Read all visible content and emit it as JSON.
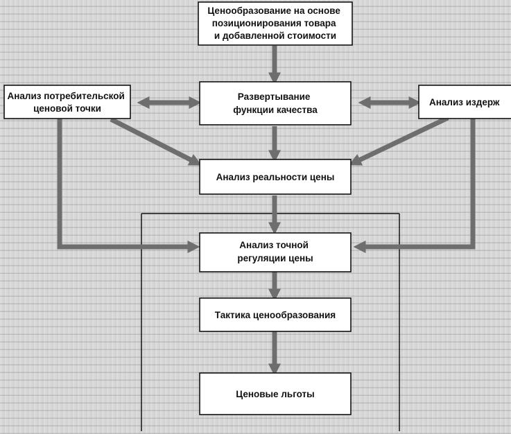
{
  "boxes": {
    "pricing_positioning": {
      "lines": [
        "Ценообразование на основе",
        "позиционирования товара",
        "и добавленной стоимости"
      ]
    },
    "consumer_price_point": {
      "lines": [
        "Анализ потребительской",
        "ценовой точки"
      ]
    },
    "quality_deployment": {
      "lines": [
        "Развертывание",
        "функции качества"
      ]
    },
    "cost_analysis": {
      "lines": [
        "Анализ издерж"
      ]
    },
    "price_reality": {
      "lines": [
        "Анализ реальности цены"
      ]
    },
    "fine_regulation": {
      "lines": [
        "Анализ точной",
        "регуляции цены"
      ]
    },
    "pricing_tactics": {
      "lines": [
        "Тактика ценообразования"
      ]
    },
    "price_benefits": {
      "lines": [
        "Ценовые льготы"
      ]
    }
  },
  "colors": {
    "connector": "#6e6e6e",
    "box_border": "#111111",
    "box_fill": "#ffffff"
  }
}
